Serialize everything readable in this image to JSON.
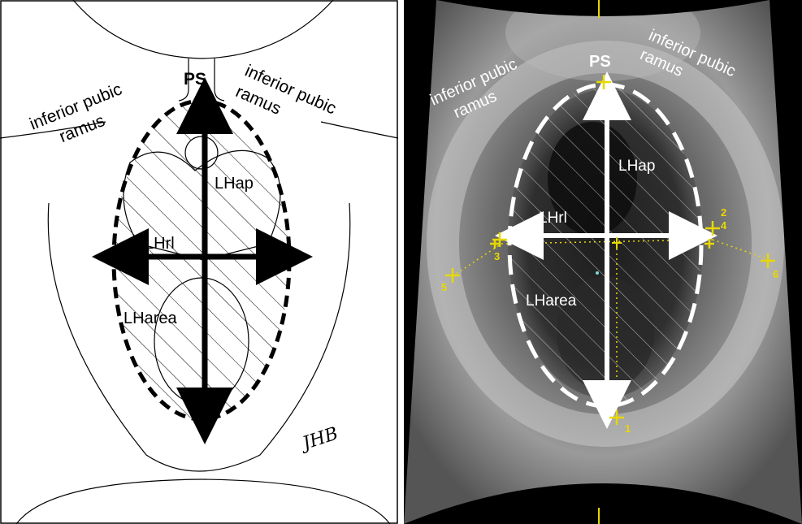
{
  "left_panel": {
    "labels": {
      "ps": "PS",
      "left_ramus_line1": "inferior pubic",
      "left_ramus_line2": "ramus",
      "right_ramus_line1": "inferior pubic",
      "right_ramus_line2": "ramus",
      "lhap": "LHap",
      "lhrl": "LHrl",
      "lharea": "LHarea",
      "signature": "JHB"
    }
  },
  "right_panel": {
    "labels": {
      "ps": "PS",
      "left_ramus_line1": "inferior pubic",
      "left_ramus_line2": "ramus",
      "right_ramus_line1": "inferior pubic",
      "right_ramus_line2": "ramus",
      "lhap": "LHap",
      "lhrl": "LHrl",
      "lharea": "LHarea"
    },
    "markers": [
      "1",
      "2",
      "3",
      "4",
      "5",
      "6"
    ],
    "colors": {
      "marker": "#e8d800",
      "arrow": "#ffffff",
      "dashed_outline": "#ffffff"
    }
  },
  "colors": {
    "drawing_line": "#000000",
    "arrow_left": "#000000",
    "background_left": "#ffffff"
  }
}
